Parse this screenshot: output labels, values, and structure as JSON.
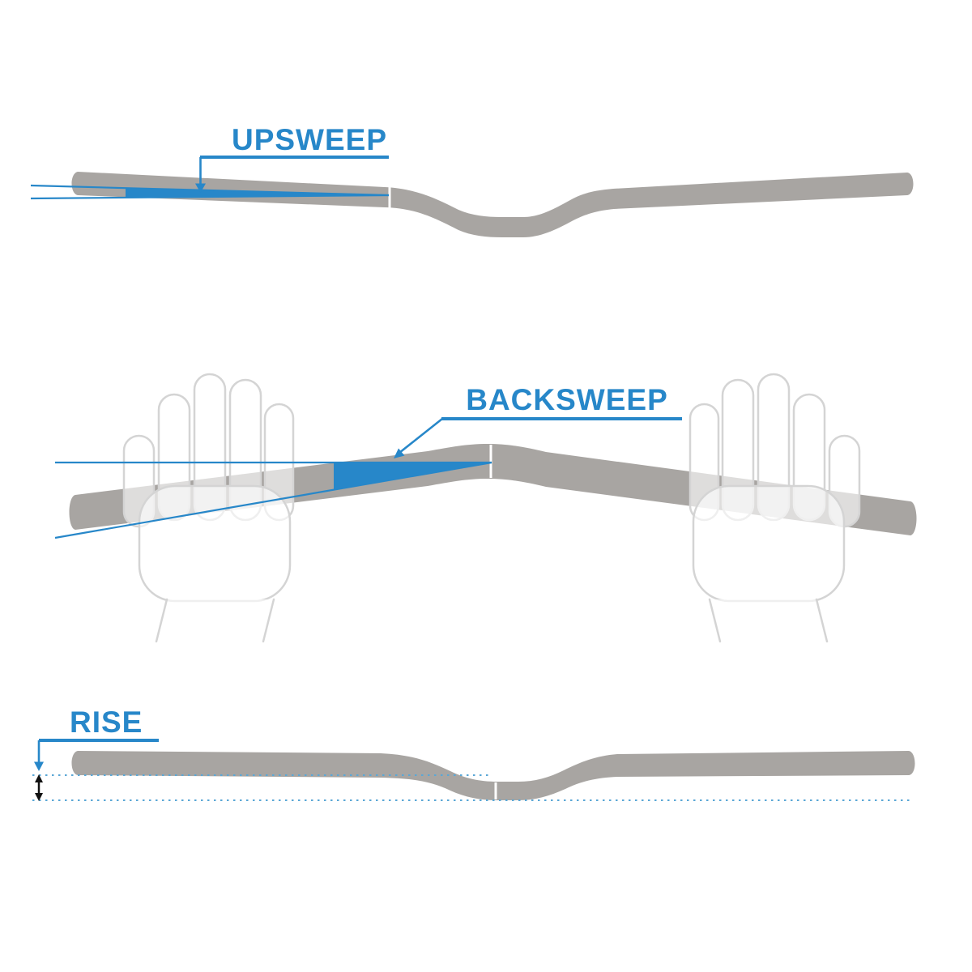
{
  "labels": {
    "upsweep": "UPSWEEP",
    "backsweep": "BACKSWEEP",
    "rise": "RISE"
  },
  "colors": {
    "accent": "#2787c9",
    "bar": "#a8a5a2",
    "hand_outline": "#d4d4d4",
    "dotted_line": "#5aa7d6",
    "rise_arrow": "#111111",
    "background": "#ffffff"
  }
}
